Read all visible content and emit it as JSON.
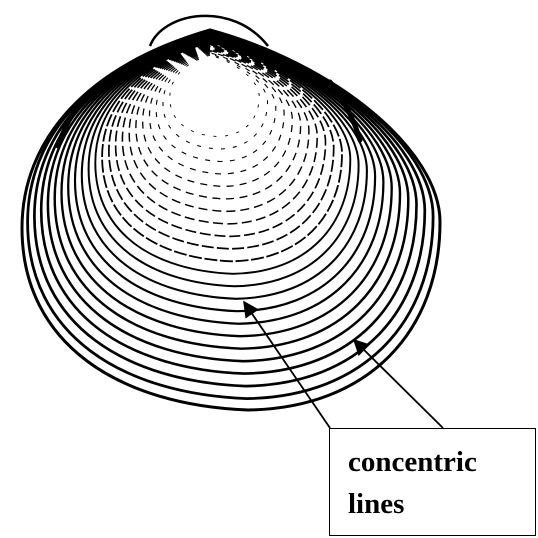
{
  "figure": {
    "subject": "bivalve shell",
    "label": {
      "lines": [
        "concentric",
        "lines"
      ]
    },
    "colors": {
      "ink": "#000000",
      "background": "#ffffff"
    }
  }
}
